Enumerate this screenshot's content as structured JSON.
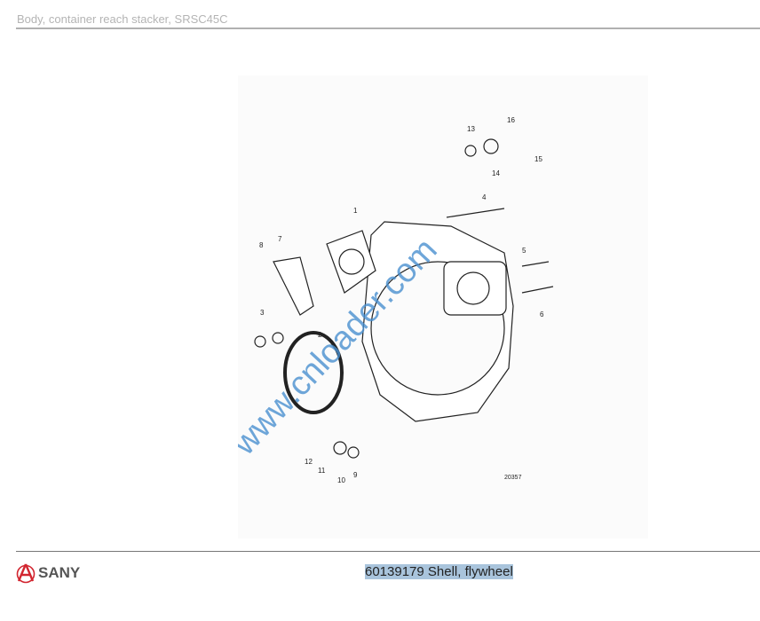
{
  "header": {
    "title": "Body, container reach stacker, SRSC45C"
  },
  "diagram": {
    "callouts": [
      "1",
      "2",
      "3",
      "4",
      "5",
      "6",
      "7",
      "8",
      "9",
      "10",
      "11",
      "12",
      "13",
      "14",
      "15",
      "16"
    ],
    "drawing_number": "20357",
    "watermark": "www.cnloader.com"
  },
  "footer": {
    "brand": "SANY",
    "caption": "60139179 Shell, flywheel",
    "brand_color": "#d22630"
  }
}
